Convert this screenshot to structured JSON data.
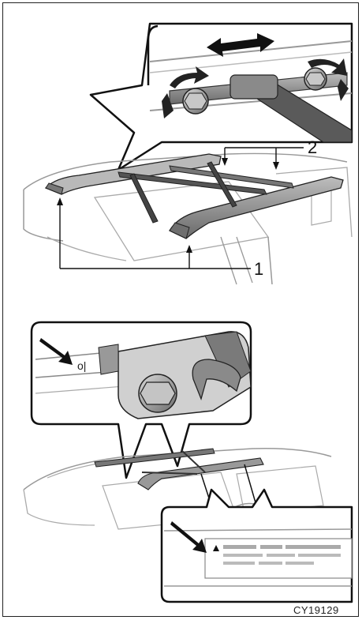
{
  "figure": {
    "callouts": [
      {
        "id": "1",
        "text": "1"
      },
      {
        "id": "2",
        "text": "2"
      }
    ],
    "image_code": "CY19129"
  }
}
